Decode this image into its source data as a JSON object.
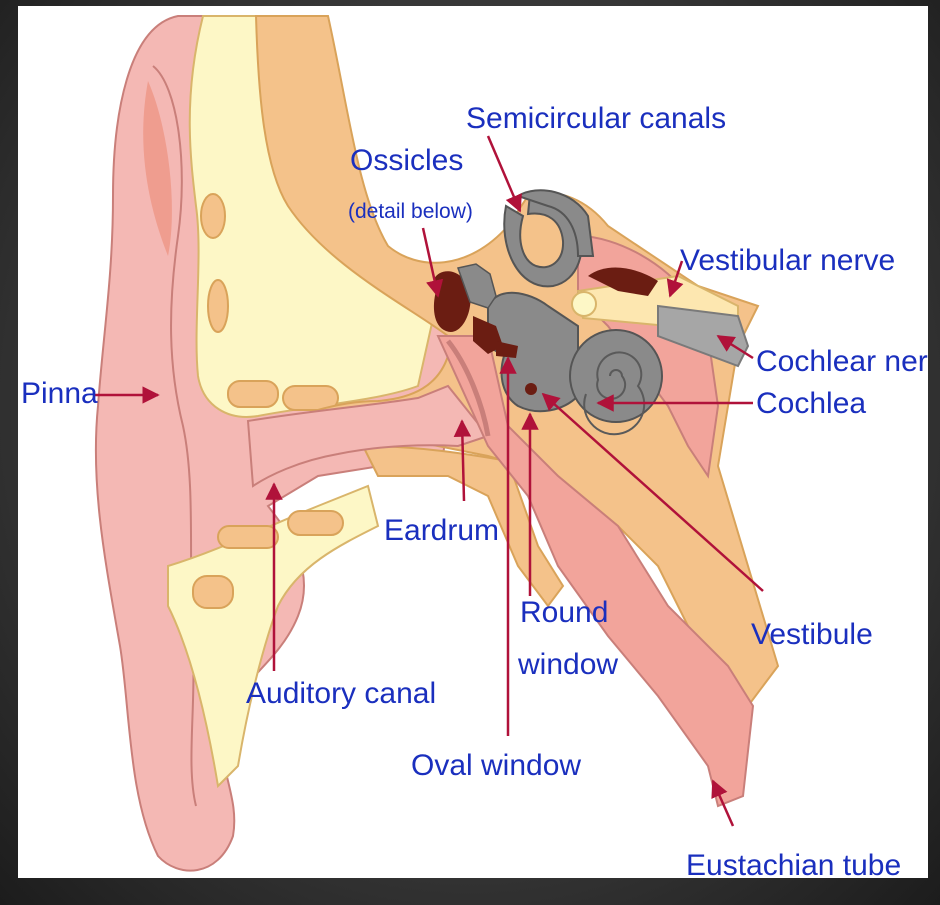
{
  "labels": {
    "semicircular_canals": "Semicircular canals",
    "ossicles": "Ossicles",
    "ossicles_detail": "(detail below)",
    "vestibular_nerve": "Vestibular nerve",
    "cochlear_nerve": "Cochlear nerve",
    "cochlea": "Cochlea",
    "pinna": "Pinna",
    "eardrum": "Eardrum",
    "round_window_line1": "Round",
    "round_window_line2": "window",
    "vestibule": "Vestibule",
    "auditory_canal": "Auditory canal",
    "oval_window": "Oval window",
    "eustachian_tube": "Eustachian tube"
  },
  "colors": {
    "label_text": "#1a2fbe",
    "arrow": "#b0123a",
    "skin": "#f4b8b4",
    "skin_light": "#f7cfcb",
    "bone": "#f4c28a",
    "cartilage": "#fdf7c6",
    "inner_ear": "#8a8a8a",
    "dark_tissue": "#6b1d12"
  }
}
